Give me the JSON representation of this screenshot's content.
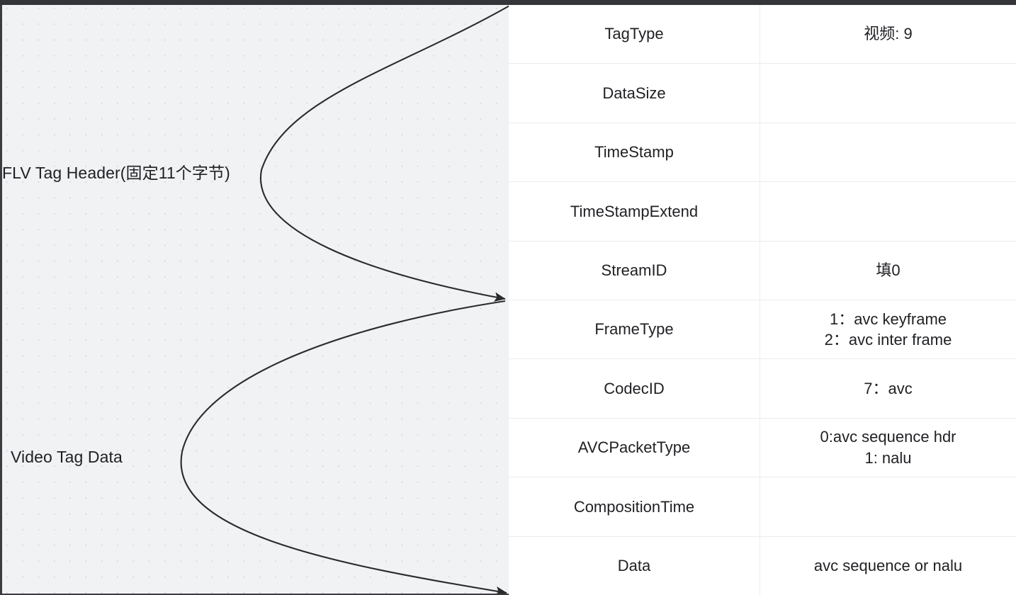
{
  "diagram": {
    "title": "FLV Video Tag structure",
    "canvas": {
      "labels": {
        "tag_header": "FLV Tag Header(固定11个字节)",
        "tag_data": "Video Tag  Data"
      },
      "brace_color": "#2b2b2b",
      "background_color": "#f1f2f4"
    },
    "table": {
      "divider_color": "#ececee",
      "rows": [
        {
          "field": "TagType",
          "value": "视频: 9"
        },
        {
          "field": "DataSize",
          "value": ""
        },
        {
          "field": "TimeStamp",
          "value": ""
        },
        {
          "field": "TimeStampExtend",
          "value": ""
        },
        {
          "field": "StreamID",
          "value": "填0"
        },
        {
          "field": "FrameType",
          "value": "1：avc keyframe\n2：avc inter frame"
        },
        {
          "field": "CodecID",
          "value": "7：avc"
        },
        {
          "field": "AVCPacketType",
          "value": "0:avc sequence hdr\n1: nalu"
        },
        {
          "field": "CompositionTime",
          "value": ""
        },
        {
          "field": "Data",
          "value": "avc sequence or nalu"
        }
      ]
    }
  }
}
